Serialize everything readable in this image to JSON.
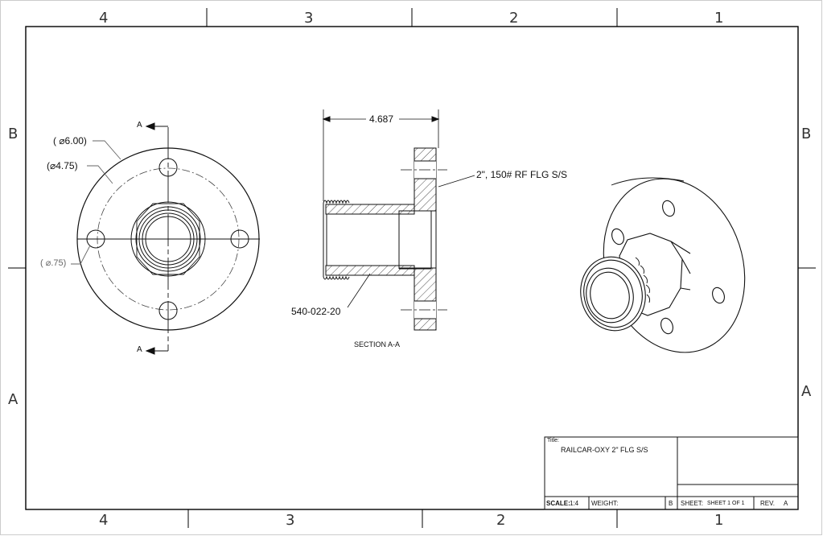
{
  "zones": {
    "top": [
      "4",
      "3",
      "2",
      "1"
    ],
    "bottom": [
      "4",
      "3",
      "2",
      "1"
    ],
    "left": [
      "B",
      "A"
    ],
    "right": [
      "B",
      "A"
    ]
  },
  "front_view": {
    "section_marker": "A",
    "dia_outer": "( ⌀6.00)",
    "dia_bolt_circle": "(⌀4.75)",
    "dia_hole": "( ⌀.75)"
  },
  "section_view": {
    "length_dim": "4.687",
    "flange_callout": "2\", 150# RF FLG S/S",
    "part_callout": "540-022-20",
    "caption": "SECTION A-A"
  },
  "title_block": {
    "title_label": "Title:",
    "title_value": "RAILCAR-OXY 2\" FLG S/S",
    "scale_label": "SCALE:",
    "scale_value": "1:4",
    "weight_label": "WEIGHT:",
    "size_value": "B",
    "sheet_label": "SHEET:",
    "sheet_value": "SHEET 1 OF 1",
    "rev_label": "REV.",
    "rev_value": "A"
  },
  "colors": {
    "line": "#111111",
    "leader": "#666666",
    "frame": "#000000"
  }
}
